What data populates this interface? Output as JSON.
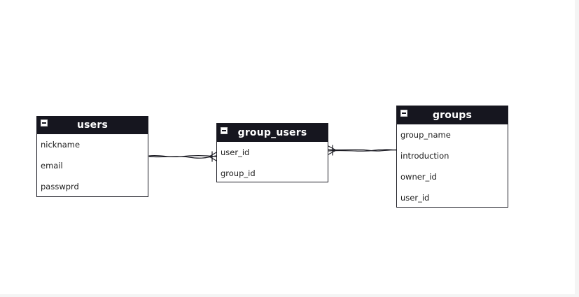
{
  "entities": {
    "users": {
      "name": "users",
      "fields": [
        "nickname",
        "email",
        "passwprd"
      ]
    },
    "group_users": {
      "name": "group_users",
      "fields": [
        "user_id",
        "group_id"
      ]
    },
    "groups": {
      "name": "groups",
      "fields": [
        "group_name",
        "introduction",
        "owner_id",
        "user_id"
      ]
    }
  },
  "relations": [
    {
      "from": "users",
      "to": "group_users",
      "to_cardinality": "many"
    },
    {
      "from": "groups",
      "to": "group_users",
      "to_cardinality": "many"
    }
  ],
  "icons": {
    "collapse": "minus-box-icon"
  },
  "colors": {
    "header_bg": "#16161f",
    "header_text": "#ffffff",
    "line": "#1b1b23"
  }
}
